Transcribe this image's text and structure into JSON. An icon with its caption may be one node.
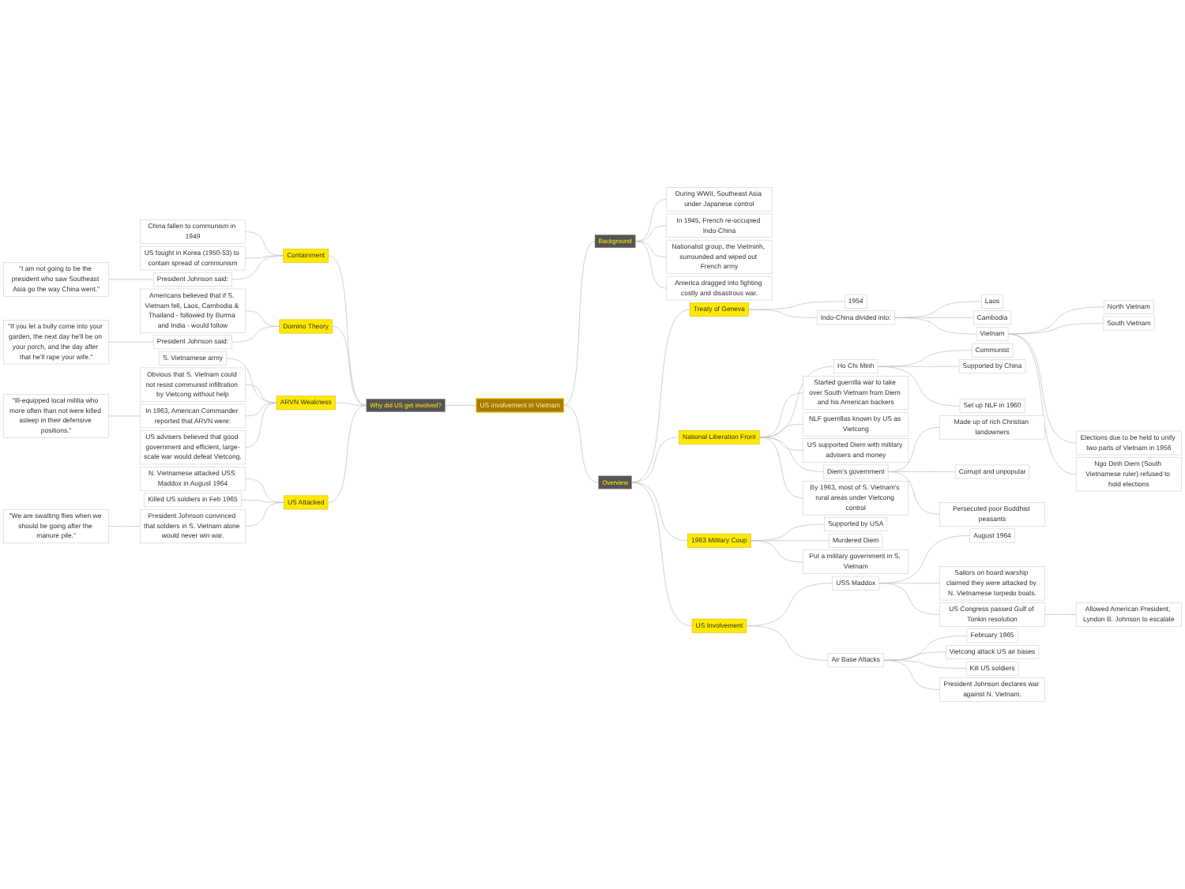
{
  "diagram": {
    "nodes": [
      {
        "text": [
          "US involvement in Vietnam"
        ]
      },
      {
        "text": [
          "Why did US get involved?"
        ]
      },
      {
        "text": [
          "Containment"
        ]
      },
      {
        "text": [
          "China fallen to communism in 1949"
        ]
      },
      {
        "text": [
          "US fought in Korea (1950-53) to contain spread of communism"
        ]
      },
      {
        "text": [
          "President Johnson said:"
        ]
      },
      {
        "text": [
          "\"I am not going to be the president who saw Southeast Asia go the way China went.\""
        ]
      },
      {
        "text": [
          "Domino Theory"
        ]
      },
      {
        "text": [
          "Americans believed that if S. Vietnam fell, Laos, Cambodia & Thailand - followed by Burma and India - would follow"
        ]
      },
      {
        "text": [
          "President Johnson said:"
        ]
      },
      {
        "text": [
          "\"If you let a bully come into your garden, the next day he'll be on your porch, and the day after that he'll rape your wife.\""
        ]
      },
      {
        "text": [
          "ARVN Weakness"
        ]
      },
      {
        "text": [
          "S. Vietnamese army"
        ]
      },
      {
        "text": [
          "Obvious that S. Vietnam could not resist communist infiltration by Vietcong without help"
        ]
      },
      {
        "text": [
          "In 1963, American Commander reported that ARVN were:"
        ]
      },
      {
        "text": [
          "\"Ill-equipped local militia who more often than not were killed asleep in their defensive positions.\""
        ]
      },
      {
        "text": [
          "US advisers believed that good government and efficient, large-scale war would defeat Vietcong."
        ]
      },
      {
        "text": [
          "US Attacked"
        ]
      },
      {
        "text": [
          "N. Vietnamese attacked USS Maddox in August 1964"
        ]
      },
      {
        "text": [
          "Killed US soldiers in Feb 1965"
        ]
      },
      {
        "text": [
          "President Johnson convinced that soldiers in S. Vietnam alone would never win war."
        ]
      },
      {
        "text": [
          "\"We are swatting flies when we should be going after the manure pile.\""
        ]
      },
      {
        "text": [
          "Background"
        ]
      },
      {
        "text": [
          "During WWII, Southeast Asia under Japanese control"
        ]
      },
      {
        "text": [
          "In 1945, French re-occupied Indo-China"
        ]
      },
      {
        "text": [
          "Nationalist group, the Vietminh, surrounded and wiped out French army"
        ]
      },
      {
        "text": [
          "America dragged into fighting costly and disastrous war."
        ]
      },
      {
        "text": [
          "Overview"
        ]
      },
      {
        "text": [
          "Treaty of Geneva"
        ]
      },
      {
        "text": [
          "1954"
        ]
      },
      {
        "text": [
          "Indo-China divided into:"
        ]
      },
      {
        "text": [
          "Laos"
        ]
      },
      {
        "text": [
          "Cambodia"
        ]
      },
      {
        "text": [
          "Vietnam"
        ]
      },
      {
        "text": [
          "North Vietnam"
        ]
      },
      {
        "text": [
          "South Vietnam"
        ]
      },
      {
        "text": [
          "Elections due to be held to unify two parts of Vietnam in 1956"
        ]
      },
      {
        "text": [
          "Ngo Dinh Diem (South Vietnamese ruler) refused to hold elections"
        ]
      },
      {
        "text": [
          "National Liberation Front"
        ]
      },
      {
        "text": [
          "Ho Chi Minh"
        ]
      },
      {
        "text": [
          "Communist"
        ]
      },
      {
        "text": [
          "Supported by China"
        ]
      },
      {
        "text": [
          "Set up NLF in 1960"
        ]
      },
      {
        "text": [
          "Started guerrilla war to take over South Vietnam from Diem and his American backers"
        ]
      },
      {
        "text": [
          "NLF guerrillas known by US as Vietcong"
        ]
      },
      {
        "text": [
          "US supported Diem with military advisers and money"
        ]
      },
      {
        "text": [
          "Diem's government"
        ]
      },
      {
        "text": [
          "Made up of rich Christian landowners"
        ]
      },
      {
        "text": [
          "Corrupt and unpopular"
        ]
      },
      {
        "text": [
          "Persecuted poor Buddhist peasants"
        ]
      },
      {
        "text": [
          "By 1963, most of S. Vietnam's rural areas under Vietcong control"
        ]
      },
      {
        "text": [
          "1963 Military Coup"
        ]
      },
      {
        "text": [
          "Supported by USA"
        ]
      },
      {
        "text": [
          "Murdered Diem"
        ]
      },
      {
        "text": [
          "Put a military government in S. Vietnam"
        ]
      },
      {
        "text": [
          "US Involvement"
        ]
      },
      {
        "text": [
          "USS Maddox"
        ]
      },
      {
        "text": [
          "August 1964"
        ]
      },
      {
        "text": [
          "Sailors on board warship claimed they were attacked by N. Vietnamese torpedo boats."
        ]
      },
      {
        "text": [
          "US Congress passed Gulf of Tonkin resolution"
        ]
      },
      {
        "text": [
          "Allowed American President, Lyndon B. Johnson to escalate"
        ]
      },
      {
        "text": [
          "Air Base Attacks"
        ]
      },
      {
        "text": [
          "February 1965"
        ]
      },
      {
        "text": [
          "Vietcong attack US air bases"
        ]
      },
      {
        "text": [
          "Kill US soldiers"
        ]
      },
      {
        "text": [
          "President Johnson declares war against N. Vietnam."
        ]
      }
    ],
    "edges": [
      {
        "from": 0,
        "to": 1,
        "arrow": "none"
      },
      {
        "from": 1,
        "to": 2,
        "arrow": "none"
      },
      {
        "from": 2,
        "to": 3,
        "arrow": "none"
      },
      {
        "from": 2,
        "to": 4,
        "arrow": "none"
      },
      {
        "from": 2,
        "to": 5,
        "arrow": "none"
      },
      {
        "from": 5,
        "to": 6,
        "arrow": "none"
      },
      {
        "from": 1,
        "to": 7,
        "arrow": "none"
      },
      {
        "from": 7,
        "to": 8,
        "arrow": "none"
      },
      {
        "from": 7,
        "to": 9,
        "arrow": "none"
      },
      {
        "from": 9,
        "to": 10,
        "arrow": "none"
      },
      {
        "from": 1,
        "to": 11,
        "arrow": "none"
      },
      {
        "from": 11,
        "to": 12,
        "arrow": "none"
      },
      {
        "from": 11,
        "to": 13,
        "arrow": "none"
      },
      {
        "from": 11,
        "to": 14,
        "arrow": "none"
      },
      {
        "from": 14,
        "to": 15,
        "arrow": "none"
      },
      {
        "from": 11,
        "to": 16,
        "arrow": "none"
      },
      {
        "from": 1,
        "to": 17,
        "arrow": "none"
      },
      {
        "from": 17,
        "to": 18,
        "arrow": "none"
      },
      {
        "from": 17,
        "to": 19,
        "arrow": "none"
      },
      {
        "from": 17,
        "to": 20,
        "arrow": "none"
      },
      {
        "from": 20,
        "to": 21,
        "arrow": "none"
      },
      {
        "from": 0,
        "to": 22,
        "arrow": "none"
      },
      {
        "from": 22,
        "to": 23,
        "arrow": "none"
      },
      {
        "from": 22,
        "to": 24,
        "arrow": "none"
      },
      {
        "from": 22,
        "to": 25,
        "arrow": "none"
      },
      {
        "from": 22,
        "to": 26,
        "arrow": "none"
      },
      {
        "from": 0,
        "to": 27,
        "arrow": "none"
      },
      {
        "from": 27,
        "to": 28,
        "arrow": "none"
      },
      {
        "from": 28,
        "to": 29,
        "arrow": "none"
      },
      {
        "from": 28,
        "to": 30,
        "arrow": "none"
      },
      {
        "from": 30,
        "to": 31,
        "arrow": "none"
      },
      {
        "from": 30,
        "to": 32,
        "arrow": "none"
      },
      {
        "from": 30,
        "to": 33,
        "arrow": "none"
      },
      {
        "from": 33,
        "to": 34,
        "arrow": "none"
      },
      {
        "from": 33,
        "to": 35,
        "arrow": "none"
      },
      {
        "from": 33,
        "to": 36,
        "arrow": "none"
      },
      {
        "from": 33,
        "to": 37,
        "arrow": "none"
      },
      {
        "from": 27,
        "to": 38,
        "arrow": "none"
      },
      {
        "from": 38,
        "to": 39,
        "arrow": "none"
      },
      {
        "from": 39,
        "to": 40,
        "arrow": "none"
      },
      {
        "from": 39,
        "to": 41,
        "arrow": "none"
      },
      {
        "from": 39,
        "to": 42,
        "arrow": "none"
      },
      {
        "from": 38,
        "to": 43,
        "arrow": "none"
      },
      {
        "from": 38,
        "to": 44,
        "arrow": "none"
      },
      {
        "from": 38,
        "to": 45,
        "arrow": "none"
      },
      {
        "from": 38,
        "to": 46,
        "arrow": "none"
      },
      {
        "from": 46,
        "to": 47,
        "arrow": "none"
      },
      {
        "from": 46,
        "to": 48,
        "arrow": "none"
      },
      {
        "from": 46,
        "to": 49,
        "arrow": "none"
      },
      {
        "from": 38,
        "to": 50,
        "arrow": "none"
      },
      {
        "from": 27,
        "to": 51,
        "arrow": "none"
      },
      {
        "from": 51,
        "to": 52,
        "arrow": "none"
      },
      {
        "from": 51,
        "to": 53,
        "arrow": "none"
      },
      {
        "from": 51,
        "to": 54,
        "arrow": "none"
      },
      {
        "from": 27,
        "to": 55,
        "arrow": "none"
      },
      {
        "from": 55,
        "to": 56,
        "arrow": "none"
      },
      {
        "from": 56,
        "to": 57,
        "arrow": "none"
      },
      {
        "from": 56,
        "to": 58,
        "arrow": "none"
      },
      {
        "from": 56,
        "to": 59,
        "arrow": "none"
      },
      {
        "from": 59,
        "to": 60,
        "arrow": "none"
      },
      {
        "from": 55,
        "to": 61,
        "arrow": "none"
      },
      {
        "from": 61,
        "to": 62,
        "arrow": "none"
      },
      {
        "from": 61,
        "to": 63,
        "arrow": "none"
      },
      {
        "from": 61,
        "to": 64,
        "arrow": "none"
      },
      {
        "from": 61,
        "to": 65,
        "arrow": "none"
      }
    ]
  }
}
